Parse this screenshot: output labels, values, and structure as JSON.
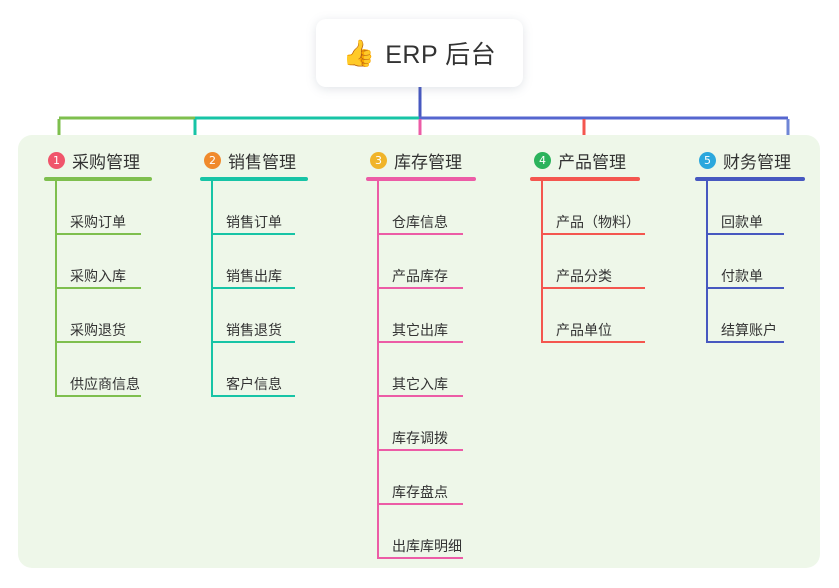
{
  "diagram": {
    "type": "mind-map",
    "background_color": "#ffffff",
    "panel_color": "#eef7e9",
    "root": {
      "icon": "thumbs-up-icon",
      "icon_glyph": "👍",
      "title": "ERP 后台",
      "trunk_color": "#4758c0"
    },
    "bus_segments": [
      {
        "name": "bus-green",
        "color": "#7ebf4e"
      },
      {
        "name": "bus-teal",
        "color": "#17c4a6"
      },
      {
        "name": "bus-indigo",
        "color": "#5566cf"
      }
    ],
    "branches": [
      {
        "index": "1",
        "title": "采购管理",
        "badge_color": "#f0556b",
        "line_color": "#7ebf4e",
        "drop_color": "#7ebf4e",
        "items": [
          "采购订单",
          "采购入库",
          "采购退货",
          "供应商信息"
        ]
      },
      {
        "index": "2",
        "title": "销售管理",
        "badge_color": "#f08a2c",
        "line_color": "#17c4a6",
        "drop_color": "#17c4a6",
        "items": [
          "销售订单",
          "销售出库",
          "销售退货",
          "客户信息"
        ]
      },
      {
        "index": "3",
        "title": "库存管理",
        "badge_color": "#f0b429",
        "line_color": "#ec5ca6",
        "drop_color": "#ec5ca6",
        "items": [
          "仓库信息",
          "产品库存",
          "其它出库",
          "其它入库",
          "库存调拨",
          "库存盘点",
          "出库库明细"
        ]
      },
      {
        "index": "4",
        "title": "产品管理",
        "badge_color": "#2bb35c",
        "line_color": "#f4564f",
        "drop_color": "#f4564f",
        "items": [
          "产品（物料）",
          "产品分类",
          "产品单位"
        ]
      },
      {
        "index": "5",
        "title": "财务管理",
        "badge_color": "#2ba7dd",
        "line_color": "#4758c0",
        "drop_color": "#6f86d6",
        "items": [
          "回款单",
          "付款单",
          "结算账户"
        ]
      }
    ]
  }
}
